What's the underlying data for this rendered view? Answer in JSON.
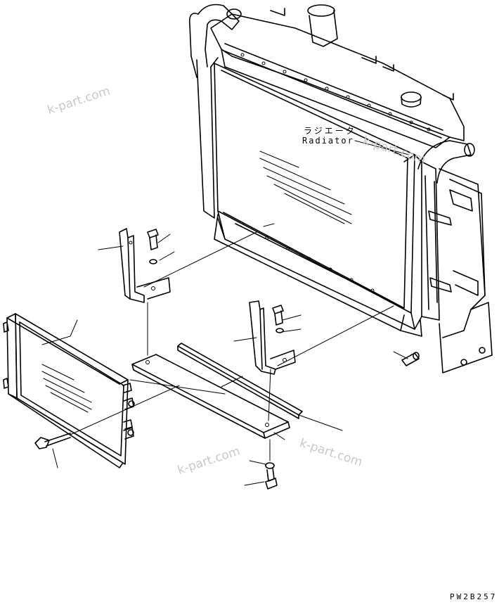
{
  "labels": {
    "radiator_jp": "ラジエータ",
    "radiator_en": "Radiator",
    "drawing_code": "PW2B257"
  },
  "watermarks": [
    "k-part.com",
    "k-part.com",
    "k-part.com",
    "k-part.com"
  ]
}
